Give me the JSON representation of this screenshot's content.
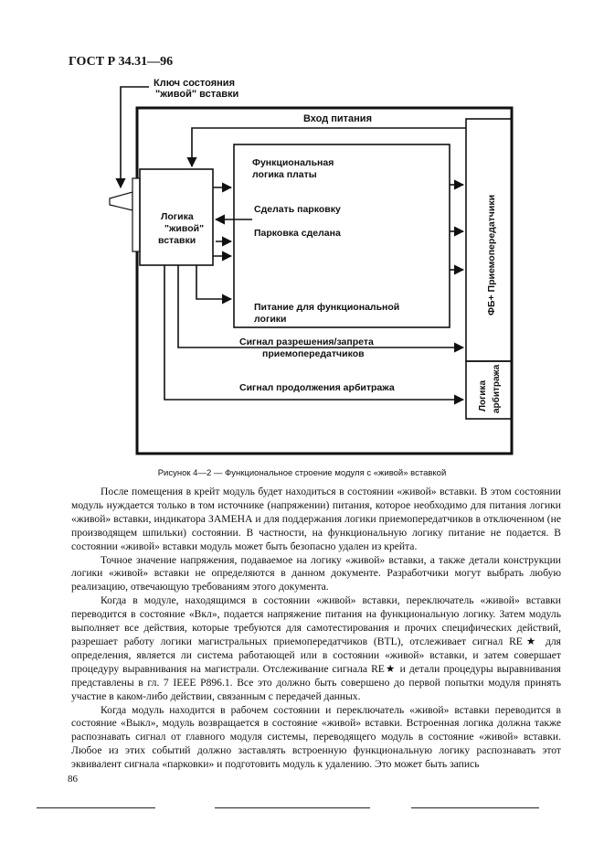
{
  "header": {
    "doc_id": "ГОСТ Р 34.31—96"
  },
  "diagram": {
    "key_label_1": "Ключ состояния",
    "key_label_2": "\"живой\" вставки",
    "power_input": "Вход питания",
    "func_logic_1": "Функциональная",
    "func_logic_2": "логика платы",
    "make_parking": "Сделать парковку",
    "parking_done": "Парковка сделана",
    "power_func_1": "Питание для функциональной",
    "power_func_2": "логики",
    "live_logic_1": "Логика",
    "live_logic_2": "\"живой\"",
    "live_logic_3": "вставки",
    "enable_1": "Сигнал разрешения/запрета",
    "enable_2": "приемопередатчиков",
    "arb_signal": "Сигнал продолжения арбитража",
    "fb_transceivers": "ФБ+ Приемопередатчики",
    "arb_logic_1": "Логика",
    "arb_logic_2": "арбитража"
  },
  "caption": "Рисунок 4—2 — Функциональное строение модуля с «живой» вставкой",
  "paragraphs": [
    "После помещения в крейт модуль будет находиться в состоянии «живой» вставки. В этом состоянии модуль нуждается только в том источнике (напряжении) питания, которое необходимо для питания логики «живой» вставки, индикатора ЗАМЕНА и для поддержания логики приемопередатчиков в отключенном (не производящем шпильки) состоянии. В частности, на функциональную логику питание не подается. В состоянии «живой» вставки модуль может быть безопасно удален из крейта.",
    "Точное значение напряжения, подаваемое на логику «живой» вставки, а также детали конструкции логики «живой» вставки не определяются в данном документе. Разработчики могут выбрать любую реализацию, отвечающую требованиям этого документа.",
    "Когда в модуле, находящимся в состоянии «живой» вставки, переключатель «живой» вставки переводится в состояние «Вкл», подается напряжение питания на функциональную логику. Затем модуль выполняет все действия, которые требуются для самотестирования и прочих специфических действий, разрешает работу логики магистральных приемопередатчиков (BTL), отслеживает сигнал RE★ для определения, является ли система работающей или в состоянии «живой» вставки, и затем совершает процедуру выравнивания на магистрали. Отслеживание сигнала RE★ и детали процедуры выравнивания представлены в гл. 7 IEEE P896.1. Все это должно быть совершено до первой попытки модуля принять участие в каком-либо действии, связанным с передачей данных.",
    "Когда модуль находится в рабочем состоянии и переключатель «живой» вставки переводится в состояние «Выкл», модуль возвращается в состояние «живой» вставки. Встроенная логика должна также распознавать сигнал от главного модуля системы, переводящего модуль в состояние «живой» вставки. Любое из этих событий должно заставлять встроенную функциональную логику распознавать этот эквивалент сигнала «парковки» и подготовить модуль к удалению. Это может быть запись"
  ],
  "page_number": "86"
}
